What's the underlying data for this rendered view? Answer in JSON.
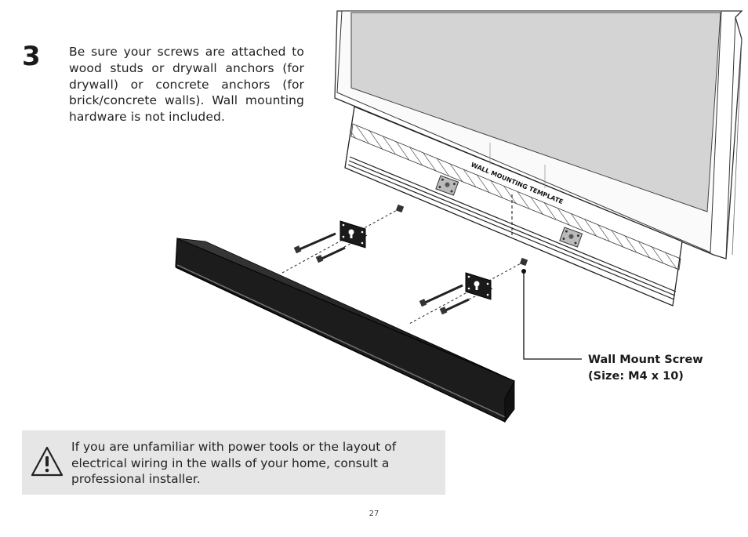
{
  "step": {
    "number": "3",
    "text": "Be sure your screws are attached to wood studs or drywall anchors (for drywall) or concrete anchors (for brick/concrete walls). Wall mounting hardware is not included."
  },
  "illustration": {
    "template_label": "WALL MOUNTING TEMPLATE",
    "callout_line1": "Wall Mount Screw",
    "callout_line2": "(Size: M4 x 10)"
  },
  "warning": {
    "icon": "warning-triangle-icon",
    "text": "If you are unfamiliar with power tools or the layout of electrical wiring in the walls of your home, consult a professional installer."
  },
  "page": {
    "number": "27"
  },
  "colors": {
    "warning_background": "#e6e6e6",
    "tv_screen": "#d4d4d4",
    "soundbar": "#1c1c1c"
  }
}
